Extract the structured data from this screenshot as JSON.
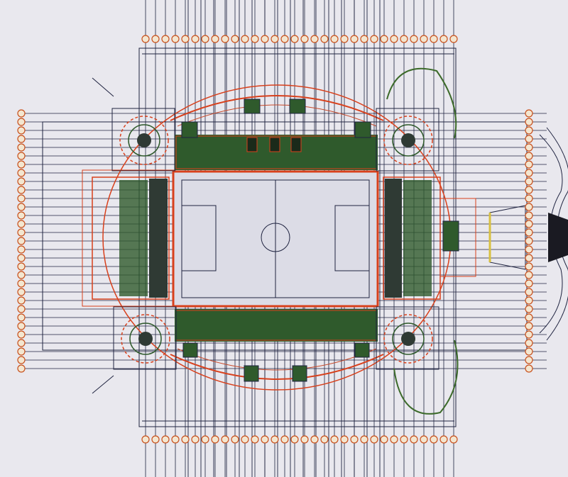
{
  "title": "",
  "colors": {
    "paper": "#e9e8ee",
    "grid_line": "#1f2340",
    "outline_red": "#d8401c",
    "stand_green": "#2f5a2c",
    "field_bg": "#dcdce6",
    "bubble_fill": "#f3e6d0",
    "bubble_ring": "#c8501c",
    "curve_green": "#3c6a2a",
    "accent_yellow": "#d8c040"
  },
  "drawing": {
    "elements": [
      "stadium-outline",
      "playing-field",
      "north-stand",
      "south-stand",
      "west-stand",
      "east-stand",
      "corner-towers",
      "axis-bubbles",
      "entrance-plaza"
    ],
    "corner_tower_count": 4
  }
}
